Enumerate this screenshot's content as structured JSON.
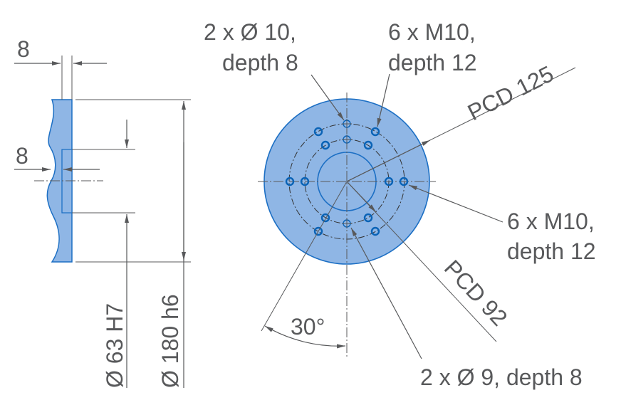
{
  "drawing": {
    "colors": {
      "part_fill": "#8fb6e5",
      "part_stroke": "#1c6fc4",
      "hole_stroke": "#0a63b6",
      "dimension_line": "#58595b",
      "text": "#58595b"
    },
    "side_view": {
      "top_dimension": "8",
      "side_dimension": "8",
      "bore_diameter": "Ø 63 H7",
      "outer_diameter": "Ø 180 h6"
    },
    "front_view": {
      "label_top_left_line1": "2 x Ø 10,",
      "label_top_left_line2": "depth 8",
      "label_top_right_line1": "6 x M10,",
      "label_top_right_line2": "depth 12",
      "label_pcd_outer": "PCD 125",
      "label_right_line1": "6 x M10,",
      "label_right_line2": "depth 12",
      "label_pcd_inner": "PCD 92",
      "label_angle": "30°",
      "label_bottom": "2 x Ø 9, depth 8"
    }
  }
}
